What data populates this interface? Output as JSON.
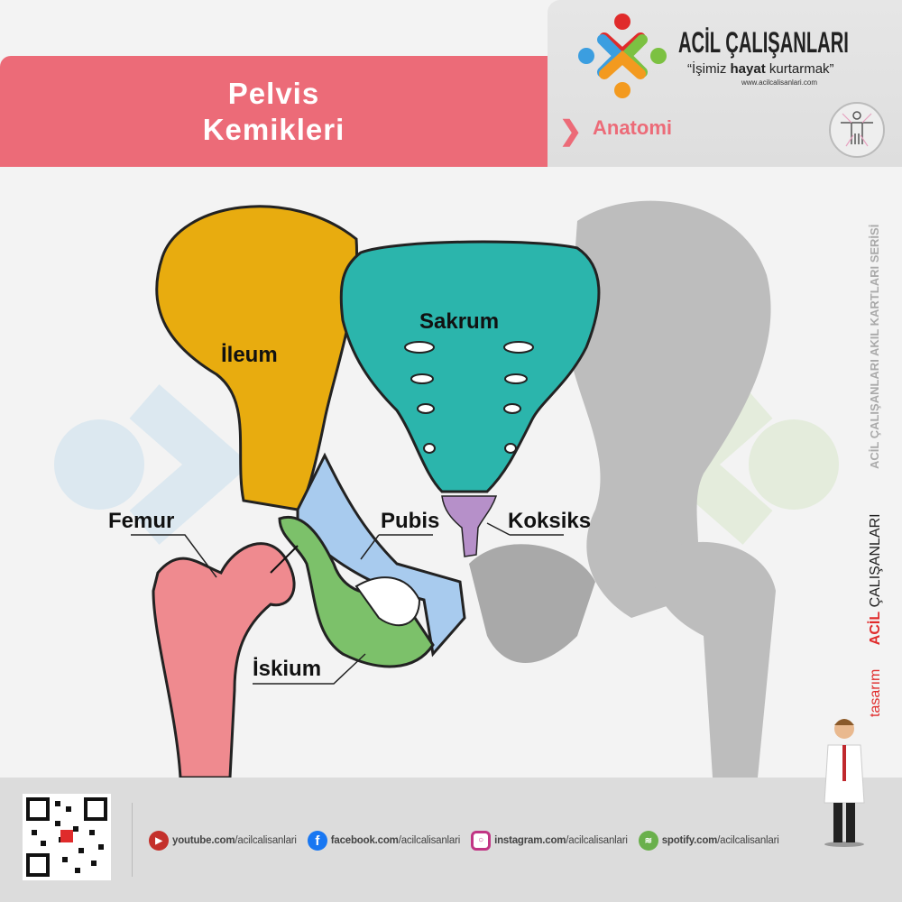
{
  "header": {
    "title_line1": "Pelvis",
    "title_line2": "Kemikleri",
    "brand": "ACİL ÇALIŞANLARI",
    "slogan_pre": "“İşimiz ",
    "slogan_bold": "hayat",
    "slogan_post": " kurtarmak”",
    "url": "www.acilcalisanlari.com",
    "section": "Anatomi"
  },
  "labels": {
    "ileum": "İleum",
    "sakrum": "Sakrum",
    "femur": "Femur",
    "pubis": "Pubis",
    "koksiks": "Koksiks",
    "iskium": "İskium"
  },
  "side": {
    "series": "ACİL ÇALIŞANLARI AKIL KARTLARI SERİSİ",
    "design_prefix": "tasarım",
    "design_brand_bold": "ACİL",
    "design_brand": "ÇALIŞANLARI"
  },
  "social": [
    {
      "icon": "youtube-icon",
      "domain": "youtube.com",
      "handle": "/acilcalisanlari",
      "color": "#c4302b"
    },
    {
      "icon": "facebook-icon",
      "domain": "facebook.com",
      "handle": "/acilcalisanlari",
      "color": "#1877f2"
    },
    {
      "icon": "instagram-icon",
      "domain": "instagram.com",
      "handle": "/acilcalisanlari",
      "color": "#c13584"
    },
    {
      "icon": "spotify-icon",
      "domain": "spotify.com",
      "handle": "/acilcalisanlari",
      "color": "#6ab04c"
    }
  ],
  "colors": {
    "accent": "#ec6b78",
    "ileum": "#e8ac0f",
    "sakrum": "#2bb5ac",
    "pubis": "#a8cbee",
    "iskium": "#7cc16a",
    "femur": "#ef8a8f",
    "koksiks": "#b690c9"
  }
}
